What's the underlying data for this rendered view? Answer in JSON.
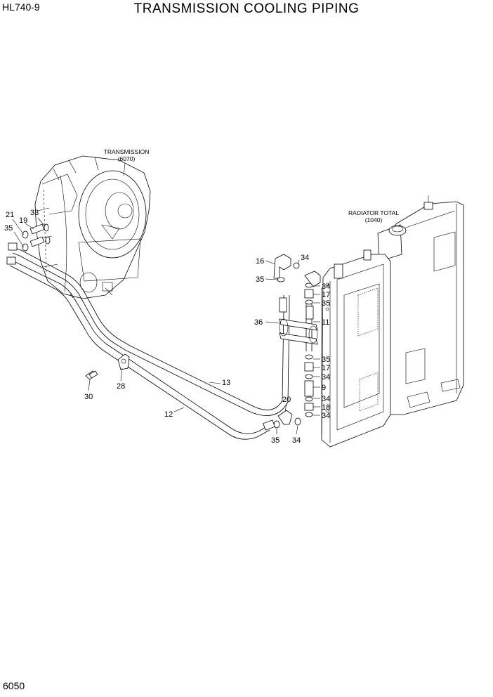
{
  "header": {
    "model": "HL740-9",
    "title": "TRANSMISSION COOLING PIPING"
  },
  "footer": {
    "page_number": "6050"
  },
  "captions": {
    "transmission": [
      "TRANSMISSION",
      "(6070)"
    ],
    "radiator": [
      "RADIATOR TOTAL",
      "(1040)"
    ]
  },
  "part_labels": {
    "p21": "21",
    "p19": "19",
    "p33": "33",
    "p35a": "35",
    "p16": "16",
    "p34a": "34",
    "p35b": "35",
    "p34b": "34",
    "p17a": "17",
    "p35c": "35",
    "p36": "36",
    "p11": "11",
    "p35d": "35",
    "p17b": "17",
    "p34c": "34",
    "p9": "9",
    "p34d": "34",
    "p18": "18",
    "p34e": "34",
    "p13": "13",
    "p20": "20",
    "p12": "12",
    "p28": "28",
    "p30": "30",
    "p35e": "35",
    "p34f": "34"
  }
}
